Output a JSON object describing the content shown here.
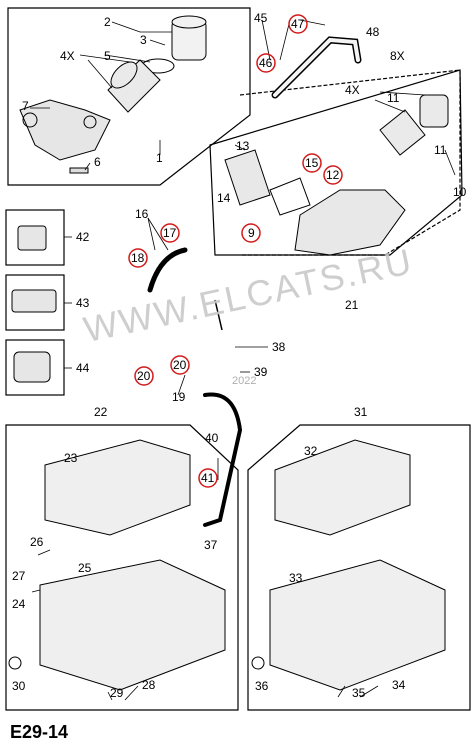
{
  "diagram_code": "E29-14",
  "watermark": "WWW.ELCATS.RU",
  "watermark_year": "2022",
  "callouts": {
    "c1": "1",
    "c2": "2",
    "c3": "3",
    "c4x_a": "4X",
    "c5": "5",
    "c6": "6",
    "c7": "7",
    "c8x": "8X",
    "c45": "45",
    "c47": "47",
    "c48": "48",
    "c46": "46",
    "c4x_b": "4X",
    "c11a": "11",
    "c11b": "11",
    "c10": "10",
    "c13": "13",
    "c14": "14",
    "c15": "15",
    "c12": "12",
    "c9": "9",
    "c16": "16",
    "c17": "17",
    "c18": "18",
    "c21": "21",
    "c42": "42",
    "c43": "43",
    "c44": "44",
    "c38": "38",
    "c39": "39",
    "c20a": "20",
    "c20b": "20",
    "c19": "19",
    "c22": "22",
    "c23": "23",
    "c26": "26",
    "c27": "27",
    "c25": "25",
    "c24": "24",
    "c30": "30",
    "c29": "29",
    "c28": "28",
    "c40": "40",
    "c41": "41",
    "c37": "37",
    "c31": "31",
    "c32": "32",
    "c33": "33",
    "c36": "36",
    "c35": "35",
    "c34": "34"
  },
  "highlighted": [
    "47",
    "46",
    "15",
    "12",
    "9",
    "17",
    "18",
    "20",
    "20",
    "41"
  ],
  "colors": {
    "highlight": "#d21a1a",
    "line": "#000000",
    "watermark": "#c9c9c9"
  }
}
